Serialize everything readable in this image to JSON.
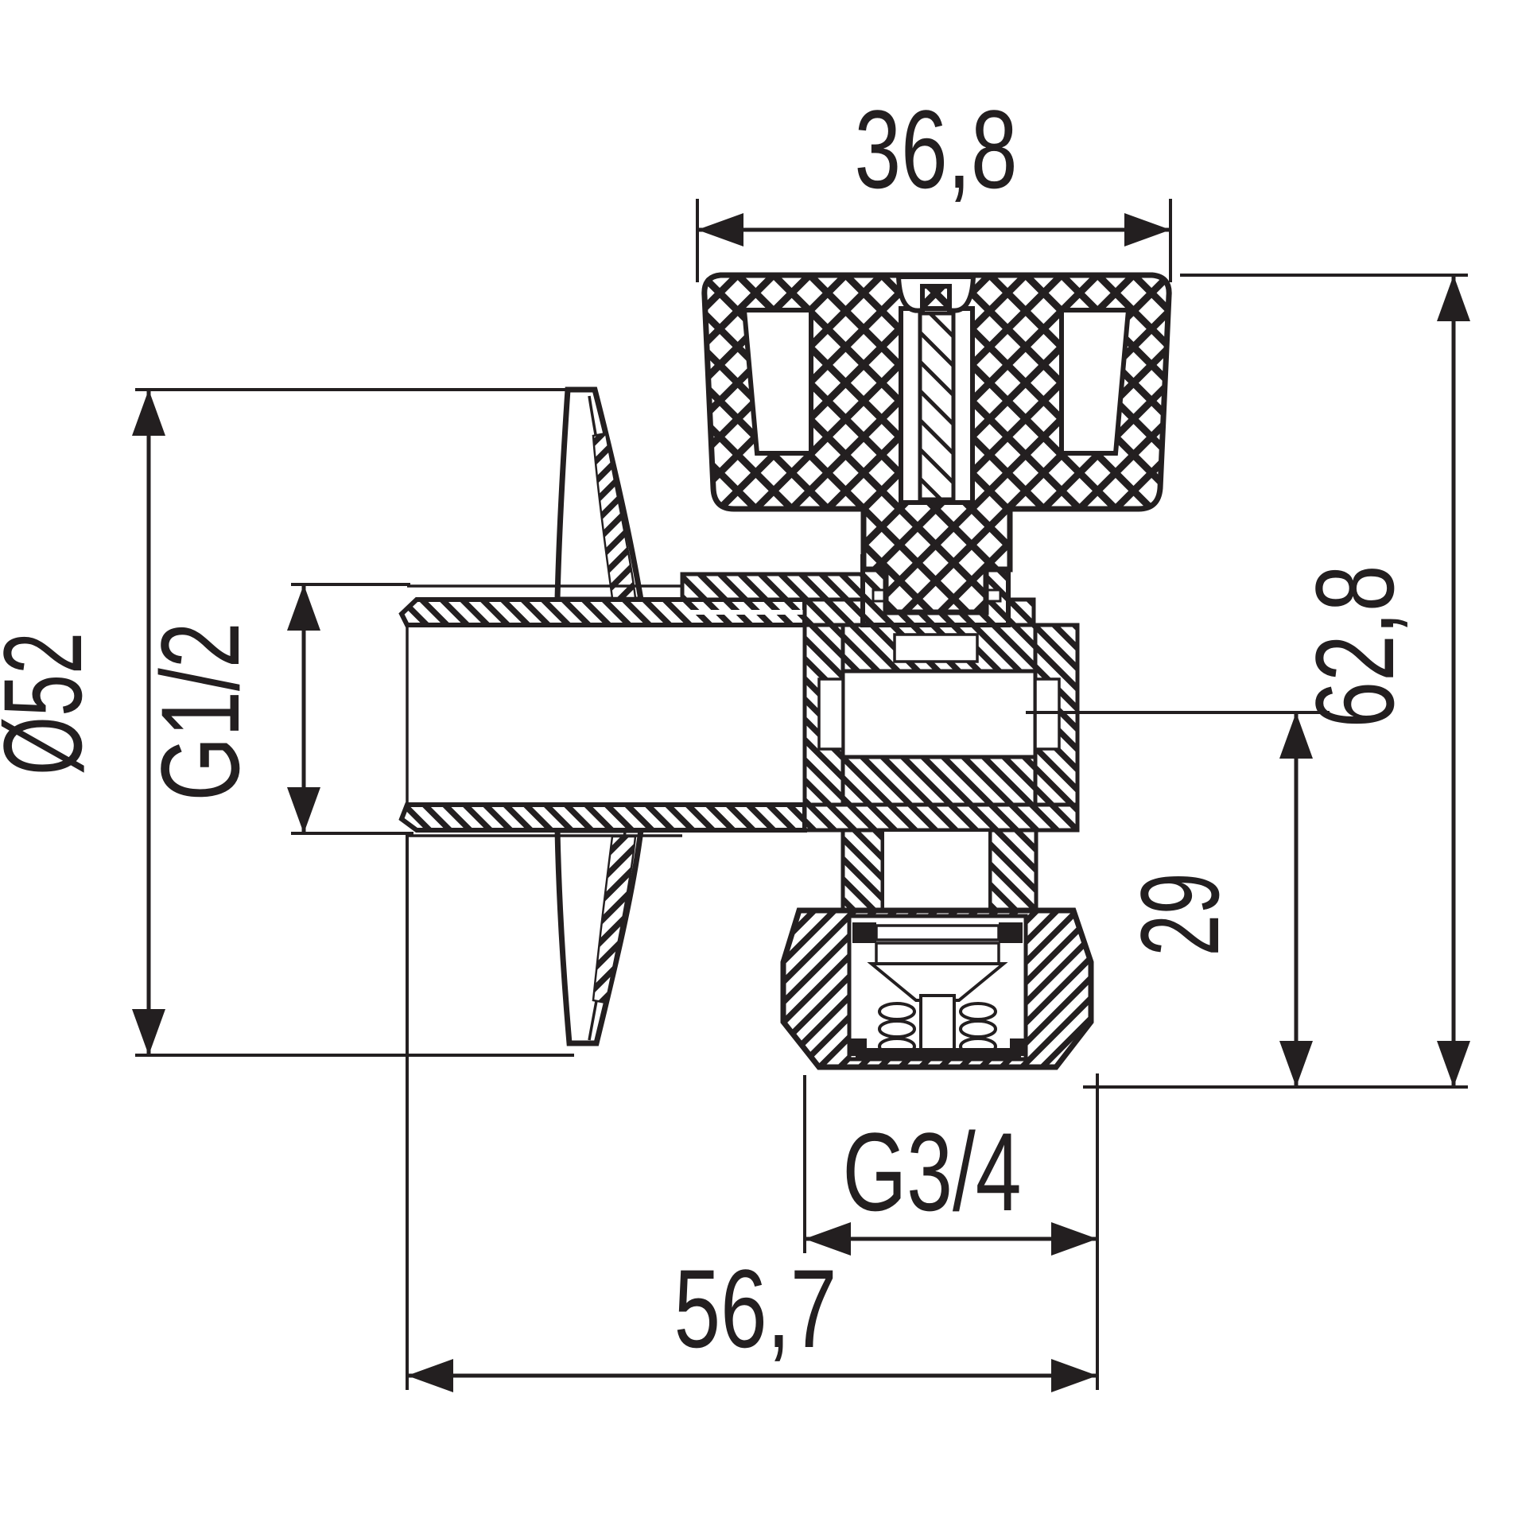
{
  "page": {
    "background_color": "#ffffff",
    "line_color": "#231f20",
    "description": "Technical cross-section drawing of an angle valve with butterfly handle, wall flange, G1/2 male inlet and G3/4 outlet nut, annotated with dimensions in millimetres"
  },
  "drawing": {
    "type": "technical-cross-section",
    "units": "mm",
    "dims": {
      "top_width": {
        "label": "36,8",
        "meaning": "handle width"
      },
      "overall_height": {
        "label": "62,8",
        "meaning": "overall height"
      },
      "flange_diameter": {
        "label": "Ø52",
        "meaning": "wall flange diameter"
      },
      "inlet_thread": {
        "label": "G1/2",
        "meaning": "inlet thread size"
      },
      "outlet_height": {
        "label": "29",
        "meaning": "axis to outlet face height"
      },
      "outlet_thread": {
        "label": "G3/4",
        "meaning": "outlet nut thread size"
      },
      "overall_width": {
        "label": "56,7",
        "meaning": "overall width"
      }
    }
  }
}
